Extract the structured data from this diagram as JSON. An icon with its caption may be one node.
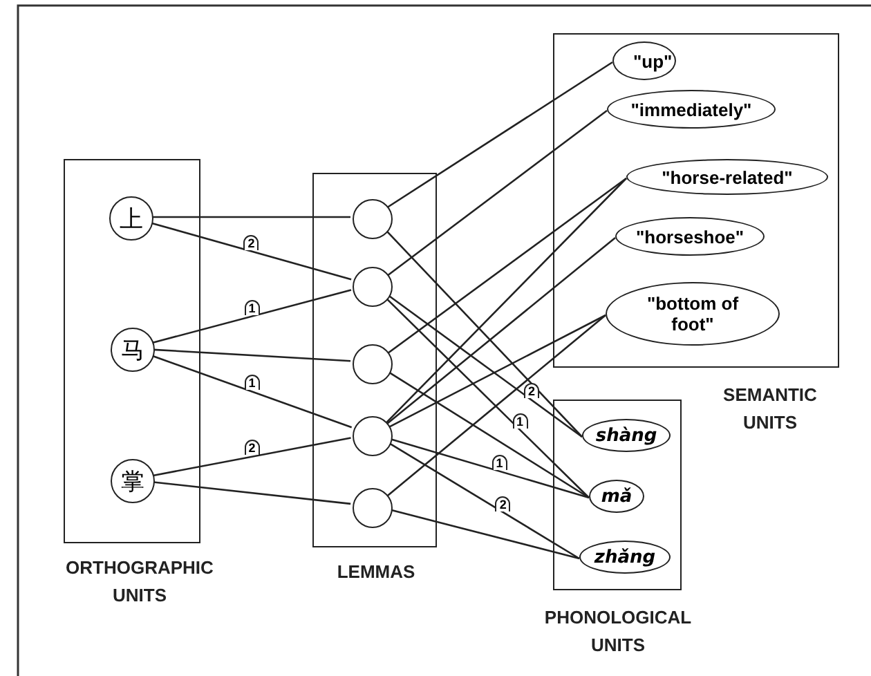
{
  "diagram": {
    "nodes": [
      {
        "text": [
          "ORTHOGRAPHIC UNITS"
        ]
      },
      {
        "text": [
          "上"
        ],
        "in": 0
      },
      {
        "text": [
          "马"
        ],
        "in": 0
      },
      {
        "text": [
          "掌"
        ],
        "in": 0
      },
      {
        "text": [
          "LEMMAS"
        ]
      },
      {
        "text": [],
        "shape": "circle",
        "in": 4
      },
      {
        "text": [],
        "shape": "circle",
        "in": 4
      },
      {
        "text": [],
        "shape": "circle",
        "in": 4
      },
      {
        "text": [],
        "shape": "circle",
        "in": 4
      },
      {
        "text": [],
        "shape": "circle",
        "in": 4
      },
      {
        "text": [
          "SEMANTIC UNITS"
        ]
      },
      {
        "text": [
          "\"up\""
        ],
        "in": 10
      },
      {
        "text": [
          "\"immediately\""
        ],
        "in": 10
      },
      {
        "text": [
          "\"horse-related\""
        ],
        "in": 10
      },
      {
        "text": [
          "\"horseshoe\""
        ],
        "in": 10
      },
      {
        "text": [
          "\"bottom of foot\""
        ],
        "in": 10
      },
      {
        "text": [
          "PHONOLOGICAL UNITS"
        ]
      },
      {
        "text": [
          "shàng"
        ],
        "in": 16
      },
      {
        "text": [
          "mǎ"
        ],
        "in": 16
      },
      {
        "text": [
          "zhǎng"
        ],
        "in": 16
      }
    ],
    "edges": [
      {
        "from": 1,
        "to": 5,
        "arrow": "none"
      },
      {
        "from": 1,
        "to": 6,
        "arrow": "none",
        "label": "2"
      },
      {
        "from": 2,
        "to": 6,
        "arrow": "none",
        "label": "1"
      },
      {
        "from": 2,
        "to": 7,
        "arrow": "none"
      },
      {
        "from": 2,
        "to": 8,
        "arrow": "none",
        "label": "1"
      },
      {
        "from": 3,
        "to": 8,
        "arrow": "none",
        "label": "2"
      },
      {
        "from": 3,
        "to": 9,
        "arrow": "none"
      },
      {
        "from": 5,
        "to": 11,
        "arrow": "none"
      },
      {
        "from": 6,
        "to": 12,
        "arrow": "none"
      },
      {
        "from": 7,
        "to": 13,
        "arrow": "none"
      },
      {
        "from": 8,
        "to": 13,
        "arrow": "none"
      },
      {
        "from": 8,
        "to": 14,
        "arrow": "none"
      },
      {
        "from": 8,
        "to": 15,
        "arrow": "none"
      },
      {
        "from": 9,
        "to": 15,
        "arrow": "none"
      },
      {
        "from": 5,
        "to": 17,
        "arrow": "none"
      },
      {
        "from": 6,
        "to": 17,
        "arrow": "none",
        "label": "2"
      },
      {
        "from": 6,
        "to": 18,
        "arrow": "none",
        "label": "1"
      },
      {
        "from": 7,
        "to": 18,
        "arrow": "none"
      },
      {
        "from": 8,
        "to": 18,
        "arrow": "none",
        "label": "1"
      },
      {
        "from": 8,
        "to": 19,
        "arrow": "none",
        "label": "2"
      },
      {
        "from": 9,
        "to": 19,
        "arrow": "none"
      }
    ]
  }
}
